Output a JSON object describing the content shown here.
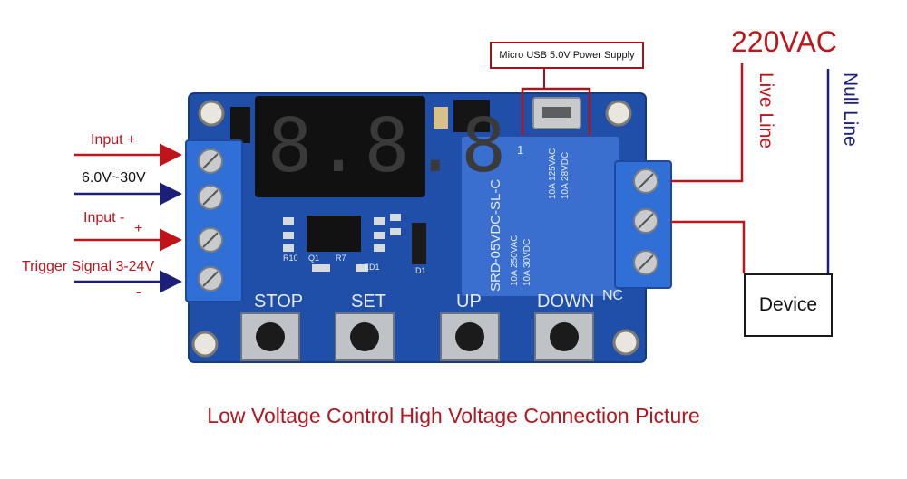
{
  "caption": "Low Voltage Control High Voltage Connection Picture",
  "usb_callout": "Micro USB 5.0V Power Supply",
  "mains": {
    "voltage": "220VAC",
    "live_line": "Live Line",
    "null_line": "Null Line"
  },
  "load": {
    "label": "Device"
  },
  "left_labels": {
    "input_plus": "Input +",
    "voltage_range": "6.0V~30V",
    "input_minus": "Input -",
    "trigger_plus": "+",
    "trigger_signal": "Trigger Signal 3-24V",
    "trigger_minus": "-"
  },
  "board": {
    "display_text": "8.8.8",
    "buttons": [
      {
        "label": "STOP"
      },
      {
        "label": "SET"
      },
      {
        "label": "UP"
      },
      {
        "label": "DOWN"
      }
    ],
    "nc_label": "NC",
    "relay": {
      "model": "SRD-05VDC-SL-C",
      "rating_ac1": "10A 250VAC",
      "rating_dc1": "10A 30VDC",
      "rating_ac2": "10A 125VAC",
      "rating_dc2": "10A 28VDC",
      "pin": "1"
    },
    "silk": {
      "r10": "R10",
      "q1": "Q1",
      "r7": "R7",
      "led1": "LED1",
      "d1": "D1"
    }
  },
  "colors": {
    "board_blue": "#1f4fa8",
    "terminal_blue": "#2f6fd6",
    "relay_blue": "#3a6fd0",
    "wire_red": "#c0141b",
    "wire_navy": "#1c1f7a"
  }
}
